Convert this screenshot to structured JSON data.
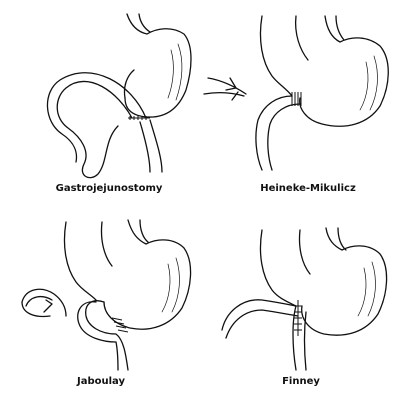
{
  "panels": [
    {
      "id": "gastrojejunostomy",
      "label": "Gastrojejunostomy"
    },
    {
      "id": "heineke-mikulicz",
      "label": "Heineke-Mikulicz"
    },
    {
      "id": "jaboulay",
      "label": "Jaboulay"
    },
    {
      "id": "finney",
      "label": "Finney"
    }
  ]
}
